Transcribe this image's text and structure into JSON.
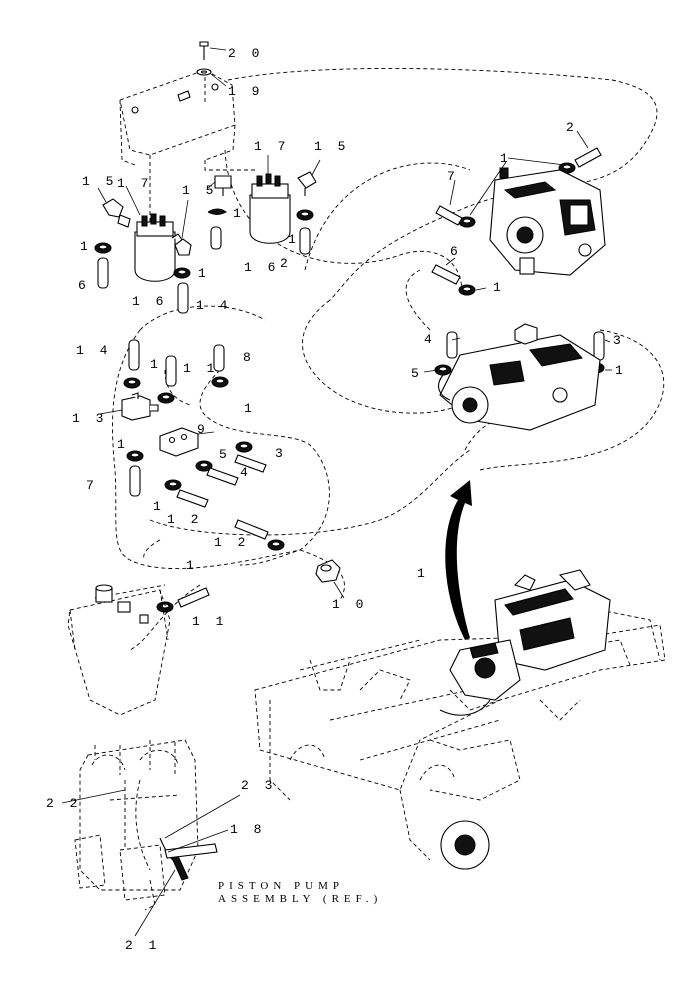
{
  "callouts": {
    "c20": "2 0",
    "c19": "1 9",
    "c17a": "1 7",
    "c15a": "1 5",
    "c17b": "1 7",
    "c15b": "1 5",
    "c15c": "1 5",
    "c1a": "1",
    "c6a": "6",
    "c16a": "1 6",
    "c1b": "1",
    "c14a": "1 4",
    "c1c": "1",
    "c16b": "1 6",
    "c1d": "1",
    "c2a": "2",
    "c14b": "1 4",
    "c1e": "1",
    "c11a": "1 1",
    "c8": "8",
    "c13": "1 3",
    "c1f": "1",
    "c9": "9",
    "c1g": "1",
    "c5a": "5",
    "c3a": "3",
    "c4a": "4",
    "c7a": "7",
    "c1h": "1",
    "c12a": "1 2",
    "c12b": "1 2",
    "c1i": "1",
    "c11b": "1 1",
    "c10": "1 0",
    "c2b": "2",
    "c1j": "1",
    "c7b": "7",
    "c1k": "1",
    "c6b": "6",
    "c1l": "1",
    "c4b": "4",
    "c3b": "3",
    "c5b": "5",
    "c1m": "1",
    "c23": "2 3",
    "c22": "2 2",
    "c18": "1 8",
    "c21": "2 1"
  },
  "caption": {
    "line1": "PISTON  PUMP",
    "line2": "ASSEMBLY (REF.)"
  }
}
